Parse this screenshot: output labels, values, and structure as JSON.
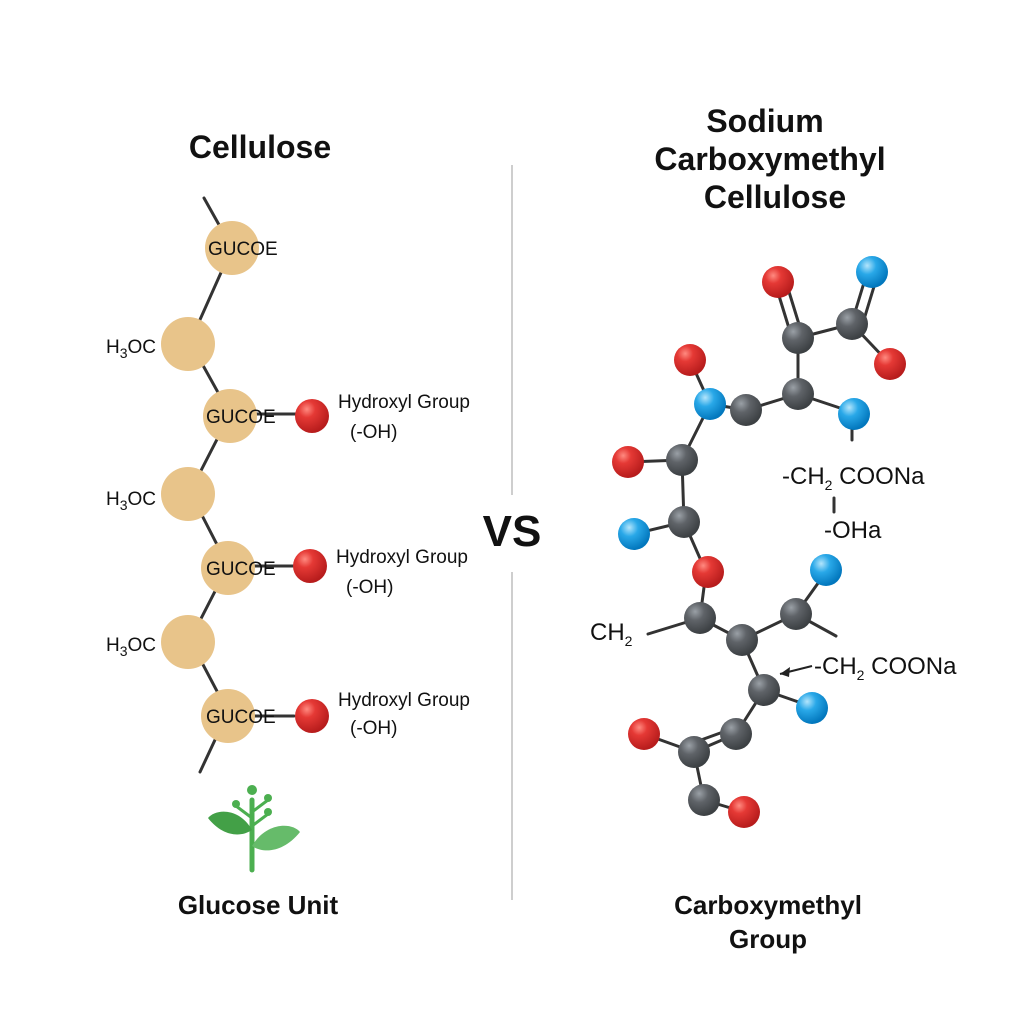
{
  "left_panel": {
    "title": "Cellulose",
    "glucose_label": "GUCOE",
    "methoxy_label": "H",
    "methoxy_sub": "3",
    "methoxy_rest": "OC",
    "hydroxyl_label": "Hydroxyl Group",
    "hydroxyl_formula": "(-OH)",
    "caption": "Glucose Unit",
    "plant_icon": "sprout-icon"
  },
  "divider": {
    "vs_label": "VS"
  },
  "right_panel": {
    "title_line1": "Sodium",
    "title_line2": "Carboxymethyl",
    "title_line3": "Cellulose",
    "label_ch2coona_1_a": "-CH",
    "label_ch2coona_1_sub": "2",
    "label_ch2coona_1_b": " COONa",
    "label_oha": "-OHa",
    "label_ch2_a": "CH",
    "label_ch2_sub": "2",
    "label_ch2coona_2_a": "-CH",
    "label_ch2coona_2_sub": "2",
    "label_ch2coona_2_b": " COONa",
    "caption_line1": "Carboxymethyl",
    "caption_line2": "Group"
  },
  "colors": {
    "glucose": "#E8C48A",
    "oxygen": "#E53935",
    "carbon": "#5F6368",
    "sodium": "#29A8E8",
    "plant": "#4CAF50"
  }
}
